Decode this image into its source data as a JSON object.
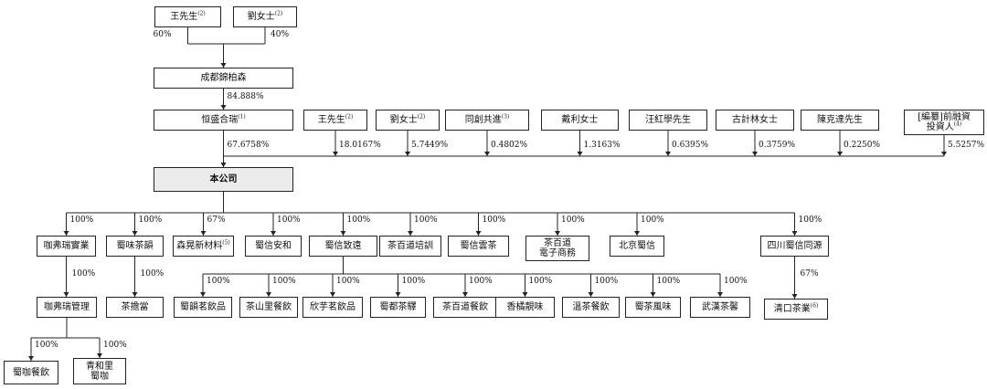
{
  "nodes": [
    {
      "id": "wang_top",
      "label": "王先生",
      "sup": "(2)"
    },
    {
      "id": "liu_top",
      "label": "劉女士",
      "sup": "(2)"
    },
    {
      "id": "chengdu",
      "label": "成都錦柏森",
      "sup": ""
    },
    {
      "id": "hengsheng",
      "label": "恒盛合瑞",
      "sup": "(1)"
    },
    {
      "id": "wang2",
      "label": "王先生",
      "sup": "(2)"
    },
    {
      "id": "liu2",
      "label": "劉女士",
      "sup": "(2)"
    },
    {
      "id": "tongchuang",
      "label": "同創共進",
      "sup": "(3)"
    },
    {
      "id": "daili",
      "label": "戴利女士",
      "sup": ""
    },
    {
      "id": "wanghongxue",
      "label": "汪紅學先生",
      "sup": ""
    },
    {
      "id": "gujilin",
      "label": "古計林女士",
      "sup": ""
    },
    {
      "id": "chenkeda",
      "label": "陳克達先生",
      "sup": ""
    },
    {
      "id": "preipo",
      "label": "[編纂]前融資\n投資人",
      "sup": "(4)"
    },
    {
      "id": "company",
      "label": "本公司",
      "sup": ""
    },
    {
      "id": "kafeirui_shiye",
      "label": "咖弗瑞實業",
      "sup": ""
    },
    {
      "id": "shuweichaji",
      "label": "蜀味茶韻",
      "sup": ""
    },
    {
      "id": "senhuang",
      "label": "森晃新材料",
      "sup": "(5)"
    },
    {
      "id": "shuxinanhe",
      "label": "蜀信安和",
      "sup": ""
    },
    {
      "id": "shuxinzhiyuan",
      "label": "蜀信致遠",
      "sup": ""
    },
    {
      "id": "chabaidao_peixun",
      "label": "茶百道培訓",
      "sup": ""
    },
    {
      "id": "shuxinyuncha",
      "label": "蜀信雲茶",
      "sup": ""
    },
    {
      "id": "chabaidao_ecom",
      "label": "茶百道\n電子商務",
      "sup": ""
    },
    {
      "id": "beijingshuxin",
      "label": "北京蜀信",
      "sup": ""
    },
    {
      "id": "sichuan_tongyuan",
      "label": "四川蜀信同源",
      "sup": ""
    },
    {
      "id": "kafeirui_guanli",
      "label": "咖弗瑞管理",
      "sup": ""
    },
    {
      "id": "chadangdang",
      "label": "茶擔當",
      "sup": ""
    },
    {
      "id": "shuyun_mingyinpin",
      "label": "蜀韻茗飲品",
      "sup": ""
    },
    {
      "id": "chashanli",
      "label": "茶山里餐飲",
      "sup": ""
    },
    {
      "id": "xinyu",
      "label": "欣芋茗飲品",
      "sup": ""
    },
    {
      "id": "shuducha",
      "label": "蜀都茶驛",
      "sup": ""
    },
    {
      "id": "chabaidao_canyin",
      "label": "茶百道餐飲",
      "sup": ""
    },
    {
      "id": "xiangju",
      "label": "香橘靚味",
      "sup": ""
    },
    {
      "id": "wencha",
      "label": "溫茶餐飲",
      "sup": ""
    },
    {
      "id": "shuchafengwei",
      "label": "蜀茶風味",
      "sup": ""
    },
    {
      "id": "wuhan",
      "label": "武漢茶馨",
      "sup": ""
    },
    {
      "id": "qingkou",
      "label": "清口茶業",
      "sup": "(6)"
    },
    {
      "id": "shuka",
      "label": "蜀咖餐飲",
      "sup": ""
    },
    {
      "id": "qinghe",
      "label": "青和里\n蜀咖",
      "sup": ""
    }
  ],
  "edges": [
    {
      "from": "wang_top",
      "to": "chengdu",
      "pct": "60%"
    },
    {
      "from": "liu_top",
      "to": "chengdu",
      "pct": "40%"
    },
    {
      "from": "chengdu",
      "to": "hengsheng",
      "pct": "84.888%"
    },
    {
      "from": "hengsheng",
      "to": "company",
      "pct": "67.6758%"
    },
    {
      "from": "wang2",
      "to": "company",
      "pct": "18.0167%"
    },
    {
      "from": "liu2",
      "to": "company",
      "pct": "5.7449%"
    },
    {
      "from": "tongchuang",
      "to": "company",
      "pct": "0.4802%"
    },
    {
      "from": "daili",
      "to": "company",
      "pct": "1.3163%"
    },
    {
      "from": "wanghongxue",
      "to": "company",
      "pct": "0.6395%"
    },
    {
      "from": "gujilin",
      "to": "company",
      "pct": "0.3759%"
    },
    {
      "from": "chenkeda",
      "to": "company",
      "pct": "0.2250%"
    },
    {
      "from": "preipo",
      "to": "company",
      "pct": "5.5257%"
    },
    {
      "from": "company",
      "to": "kafeirui_shiye",
      "pct": "100%"
    },
    {
      "from": "company",
      "to": "shuweichaji",
      "pct": "100%"
    },
    {
      "from": "company",
      "to": "senhuang",
      "pct": "67%"
    },
    {
      "from": "company",
      "to": "shuxinanhe",
      "pct": "100%"
    },
    {
      "from": "company",
      "to": "shuxinzhiyuan",
      "pct": "100%"
    },
    {
      "from": "company",
      "to": "chabaidao_peixun",
      "pct": "100%"
    },
    {
      "from": "company",
      "to": "shuxinyuncha",
      "pct": "100%"
    },
    {
      "from": "company",
      "to": "chabaidao_ecom",
      "pct": "100%"
    },
    {
      "from": "company",
      "to": "beijingshuxin",
      "pct": "100%"
    },
    {
      "from": "company",
      "to": "sichuan_tongyuan",
      "pct": "100%"
    },
    {
      "from": "kafeirui_shiye",
      "to": "kafeirui_guanli",
      "pct": "100%"
    },
    {
      "from": "shuweichaji",
      "to": "chadangdang",
      "pct": "100%"
    },
    {
      "from": "shuxinzhiyuan",
      "to": "shuyun_mingyinpin",
      "pct": "100%"
    },
    {
      "from": "shuxinzhiyuan",
      "to": "chashanli",
      "pct": "100%"
    },
    {
      "from": "shuxinzhiyuan",
      "to": "xinyu",
      "pct": "100%"
    },
    {
      "from": "shuxinzhiyuan",
      "to": "shuducha",
      "pct": "100%"
    },
    {
      "from": "shuxinzhiyuan",
      "to": "chabaidao_canyin",
      "pct": "100%"
    },
    {
      "from": "shuxinzhiyuan",
      "to": "xiangju",
      "pct": "100%"
    },
    {
      "from": "shuxinzhiyuan",
      "to": "wencha",
      "pct": "100%"
    },
    {
      "from": "shuxinzhiyuan",
      "to": "shuchafengwei",
      "pct": "100%"
    },
    {
      "from": "shuxinzhiyuan",
      "to": "wuhan",
      "pct": "100%"
    },
    {
      "from": "sichuan_tongyuan",
      "to": "qingkou",
      "pct": "67%"
    },
    {
      "from": "kafeirui_guanli",
      "to": "shuka",
      "pct": "100%"
    },
    {
      "from": "kafeirui_guanli",
      "to": "qinghe",
      "pct": "100%"
    }
  ]
}
